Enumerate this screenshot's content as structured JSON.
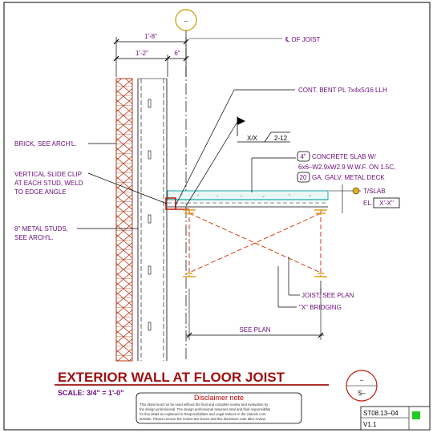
{
  "title": "EXTERIOR WALL AT FLOOR JOIST",
  "scale": "SCALE: 3/4\" = 1'-0\"",
  "section_marker_top": "–",
  "detail_marker": {
    "top": "–",
    "bottom": "S–"
  },
  "dimensions": {
    "overall": "1'-8\"",
    "wall": "1'-2\"",
    "offset": "6\"",
    "see_plan": "SEE PLAN"
  },
  "labels": {
    "centerline": "℄ OF JOIST",
    "bent_plate": "CONT. BENT PL 7x4x5/16 LLH",
    "slope": "X/X",
    "slope_ratio": "2-12",
    "concrete_num": "4\"",
    "concrete_1": "CONCRETE SLAB W/",
    "concrete_2": "6x6–W2.9xW2.9 W.W.F. ON 1.5C,",
    "deck_num": "20",
    "deck": "GA. GALV. METAL DECK",
    "tslab": "T/SLAB",
    "el_prefix": "EL.",
    "el_value": "X'-X\"",
    "brick": "BRICK, SEE ARCH'L.",
    "clip_1": "VERTICAL SLIDE CLIP",
    "clip_2": "AT EACH STUD, WELD",
    "clip_3": "TO EDGE ANGLE",
    "studs_1": "8\" METAL STUDS,",
    "studs_2": "SEE ARCH'L.",
    "joist": "JOIST, SEE PLAN",
    "bridging": "\"X\" BRIDGING"
  },
  "disclaimer": {
    "title": "Disclaimer note",
    "lines": [
      "This detail must not be used without the final and complete review and evaluation by",
      "the design professional. The design professional assumes total and final responsibility",
      "for this detail as explained in Responsibilities and Legal Notices in the cisteelc.com",
      "website. Please remove the review text boxes and this disclaimer note after review."
    ]
  },
  "sheet": {
    "number": "ST08.13–04",
    "version": "V1.1"
  },
  "colors": {
    "annotation": "#6a0a7a",
    "title": "#a01010",
    "brick": "#b83a1a",
    "slab": "#18a8a8",
    "bridging": "#d04010",
    "status": "#22cc22"
  }
}
